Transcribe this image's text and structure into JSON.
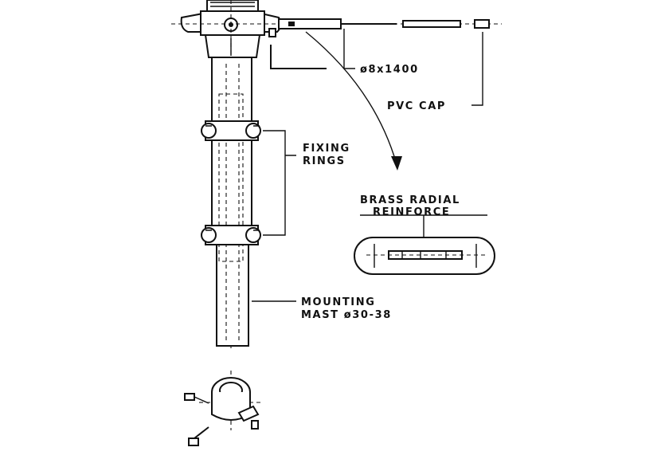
{
  "labels": {
    "rod": "ø8x1400",
    "cap": "PVC CAP",
    "rings_1": "FIXING",
    "rings_2": "RINGS",
    "reinforce_1": "BRASS RADIAL",
    "reinforce_2": "REINFORCE",
    "mast_1": "MOUNTING",
    "mast_2": "MAST ø30-38"
  },
  "colors": {
    "ink": "#111111",
    "paper": "#ffffff"
  }
}
